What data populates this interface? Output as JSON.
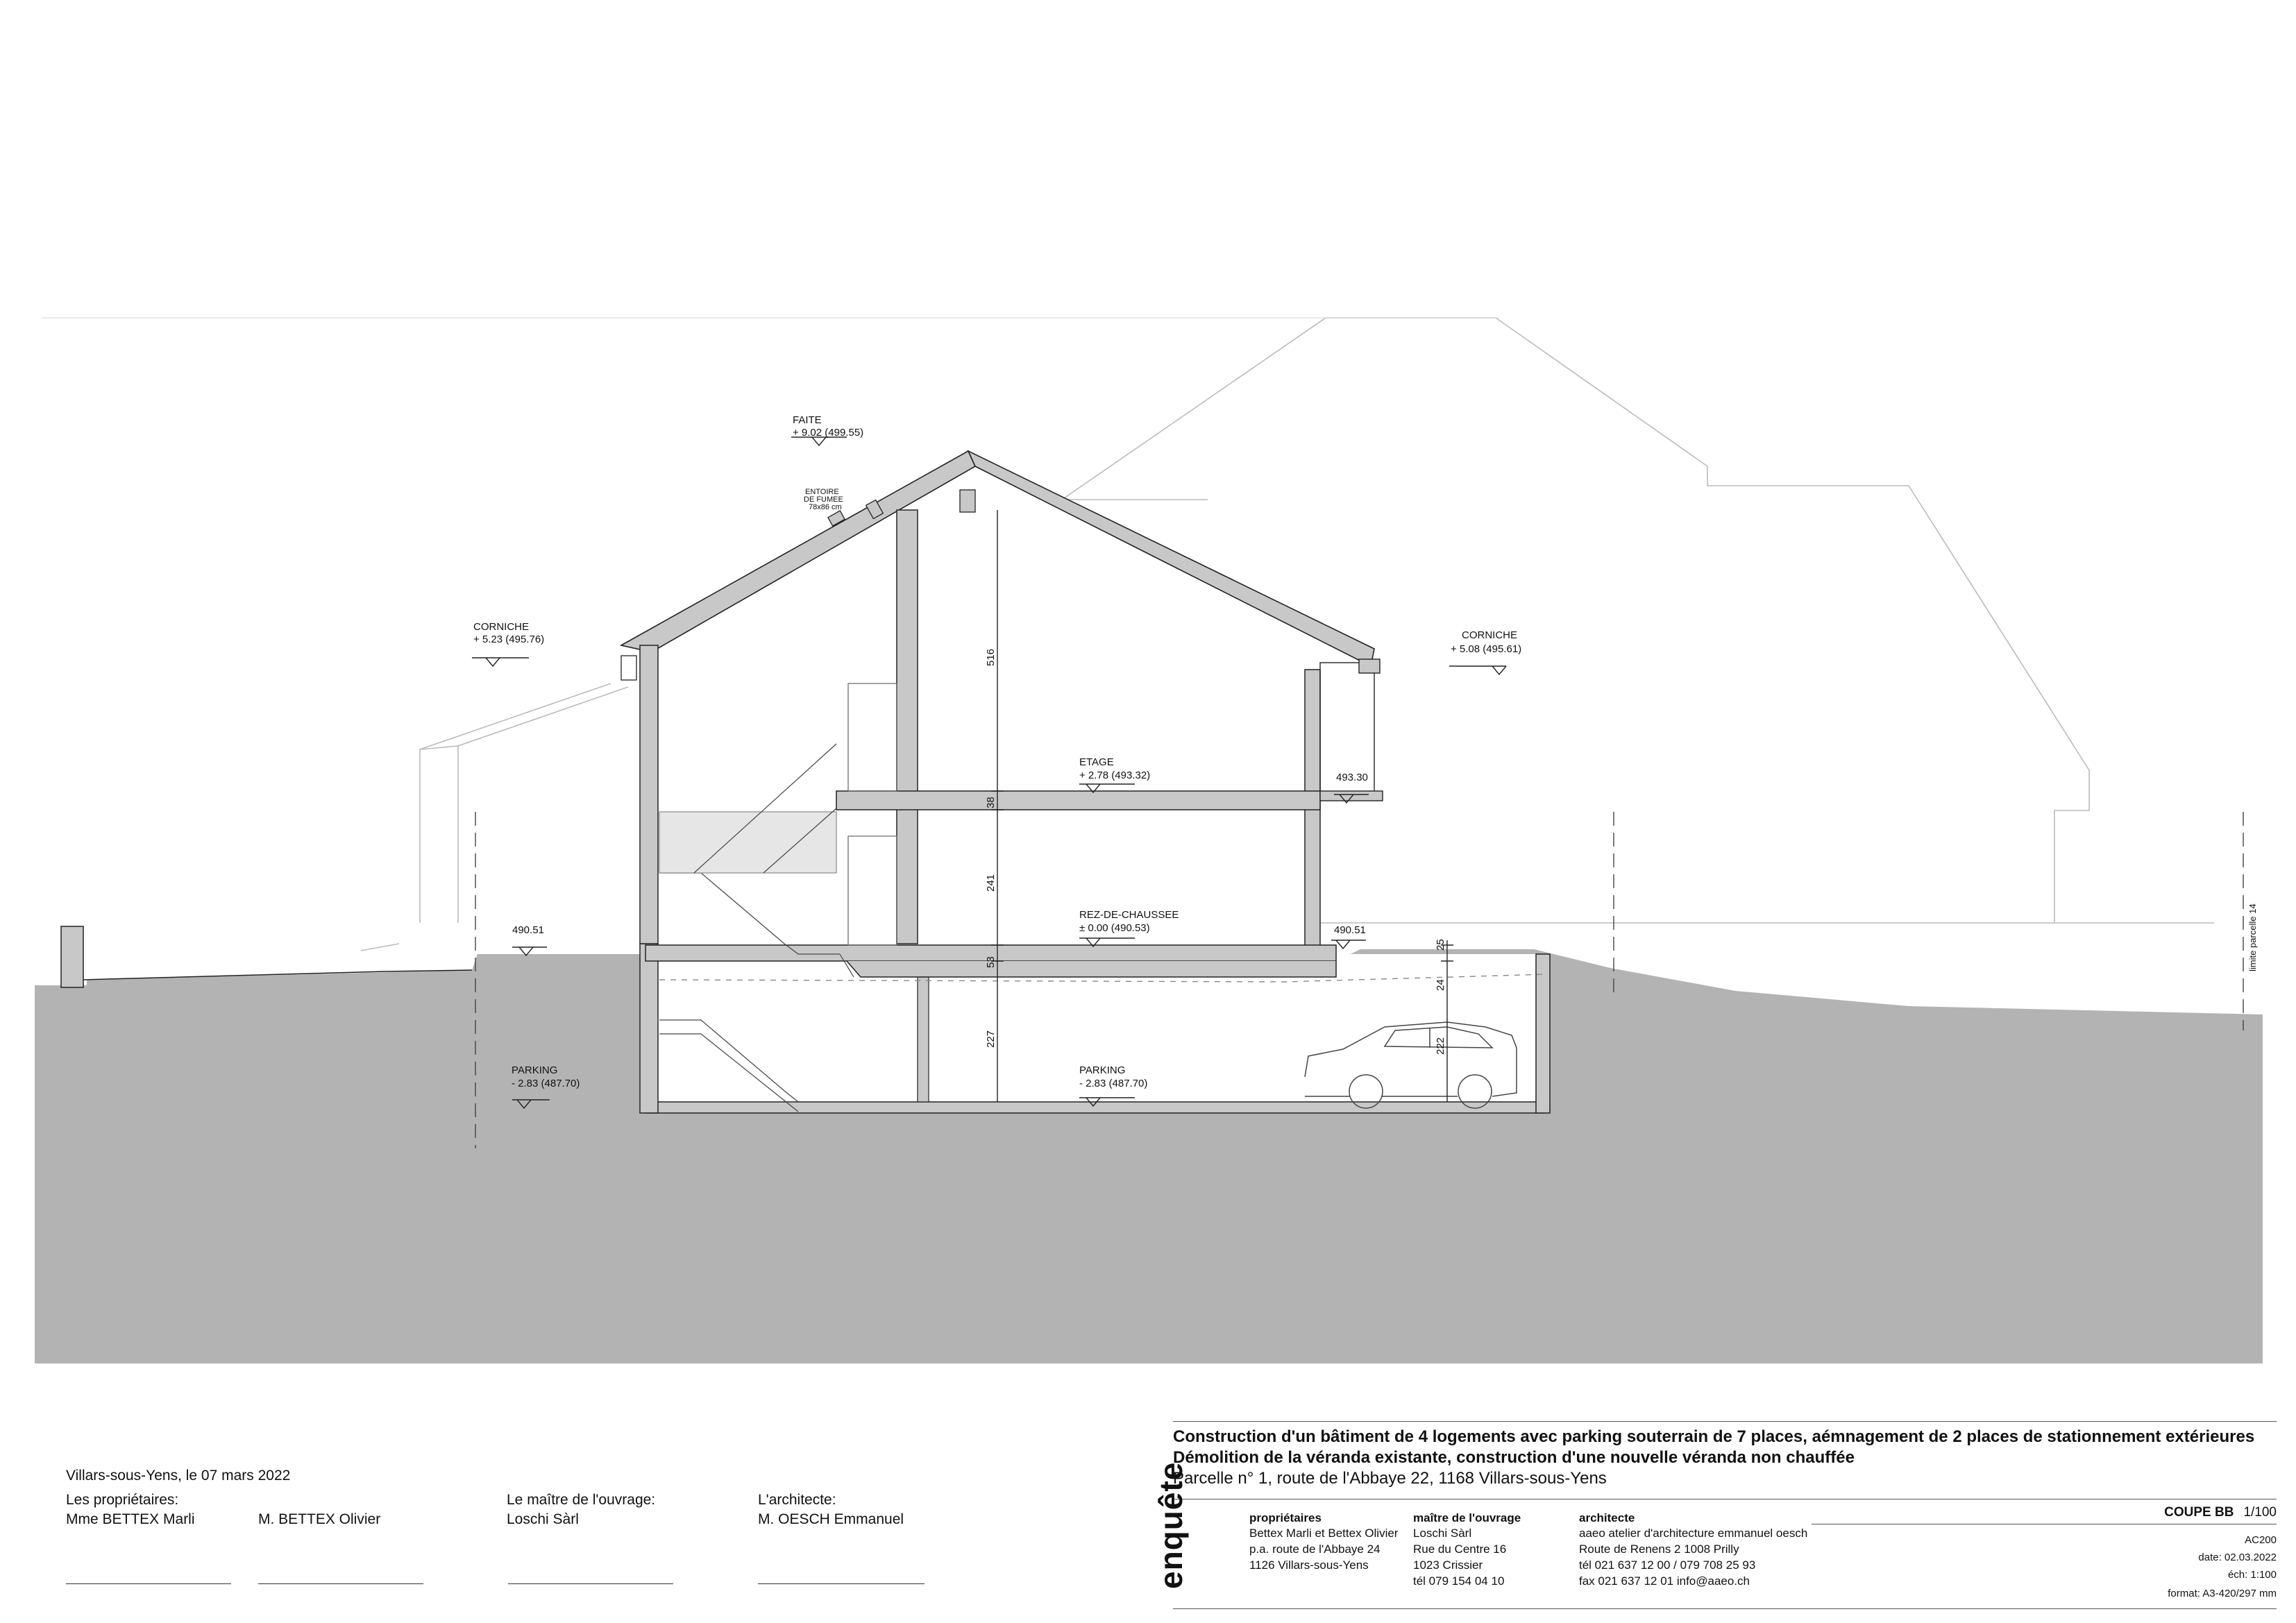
{
  "drawing": {
    "labels": {
      "faite": {
        "name": "FAITE",
        "level": "+ 9.02 (499.55)"
      },
      "entoire": {
        "line1": "ENTOIRE",
        "line2": "DE FUMEE",
        "line3": "78x86 cm"
      },
      "corniche_left": {
        "name": "CORNICHE",
        "level": "+ 5.23 (495.76)"
      },
      "corniche_right": {
        "name": "CORNICHE",
        "level": "+ 5.08 (495.61)"
      },
      "etage": {
        "name": "ETAGE",
        "level": "+ 2.78 (493.32)"
      },
      "rez": {
        "name": "REZ-DE-CHAUSSEE",
        "level": "± 0.00 (490.53)"
      },
      "parking_left": {
        "name": "PARKING",
        "level": "- 2.83 (487.70)"
      },
      "parking_center": {
        "name": "PARKING",
        "level": "- 2.83 (487.70)"
      },
      "spot_left": "490.51",
      "spot_mid": "490.51",
      "spot_balcony": "493.30",
      "limit": "limite parcelle 14"
    },
    "dimensions": {
      "d516": "516",
      "d38": "38",
      "d241": "241",
      "d53": "53",
      "d227": "227",
      "d25": "25",
      "d24": "24",
      "d222": "222"
    }
  },
  "signatures": {
    "place_date": "Villars-sous-Yens, le 07 mars 2022",
    "owners_label": "Les propriétaires:",
    "owner1": "Mme BETTEX Marli",
    "owner2": "M. BETTEX Olivier",
    "client_label": "Le maître de l'ouvrage:",
    "client": "Loschi Sàrl",
    "architect_label": "L'architecte:",
    "architect": "M. OESCH  Emmanuel"
  },
  "project": {
    "line1": "Construction d'un bâtiment de 4 logements avec parking souterrain de 7 places, aémnagement de 2 places de stationnement extérieures",
    "line2": "Démolition de la véranda existante, construction d'une nouvelle véranda non chauffée",
    "line3": "Parcelle n° 1, route de l'Abbaye 22, 1168 Villars-sous-Yens"
  },
  "titleblock": {
    "stamp": "enquête",
    "owners": {
      "title": "propriétaires",
      "l1": "Bettex Marli et Bettex Olivier",
      "l2": "p.a. route de l'Abbaye 24",
      "l3": "1126 Villars-sous-Yens"
    },
    "client": {
      "title": "maître de l'ouvrage",
      "l1": "Loschi Sàrl",
      "l2": "Rue du Centre 16",
      "l3": "1023 Crissier",
      "l4": "tél 079 154 04 10"
    },
    "architect": {
      "title": "architecte",
      "l1": "aaeo atelier d'architecture emmanuel oesch",
      "l2": "Route de Renens 2   1008 Prilly",
      "l3": "tél 021 637 12 00  /  079 708 25 93",
      "l4": "fax 021 637 12 01     info@aaeo.ch"
    },
    "sheet": {
      "title": "COUPE BB",
      "scale_top": "1/100",
      "code": "AC200",
      "date": "date: 02.03.2022",
      "scale": "éch: 1:100",
      "format": "format: A3-420/297 mm"
    }
  }
}
